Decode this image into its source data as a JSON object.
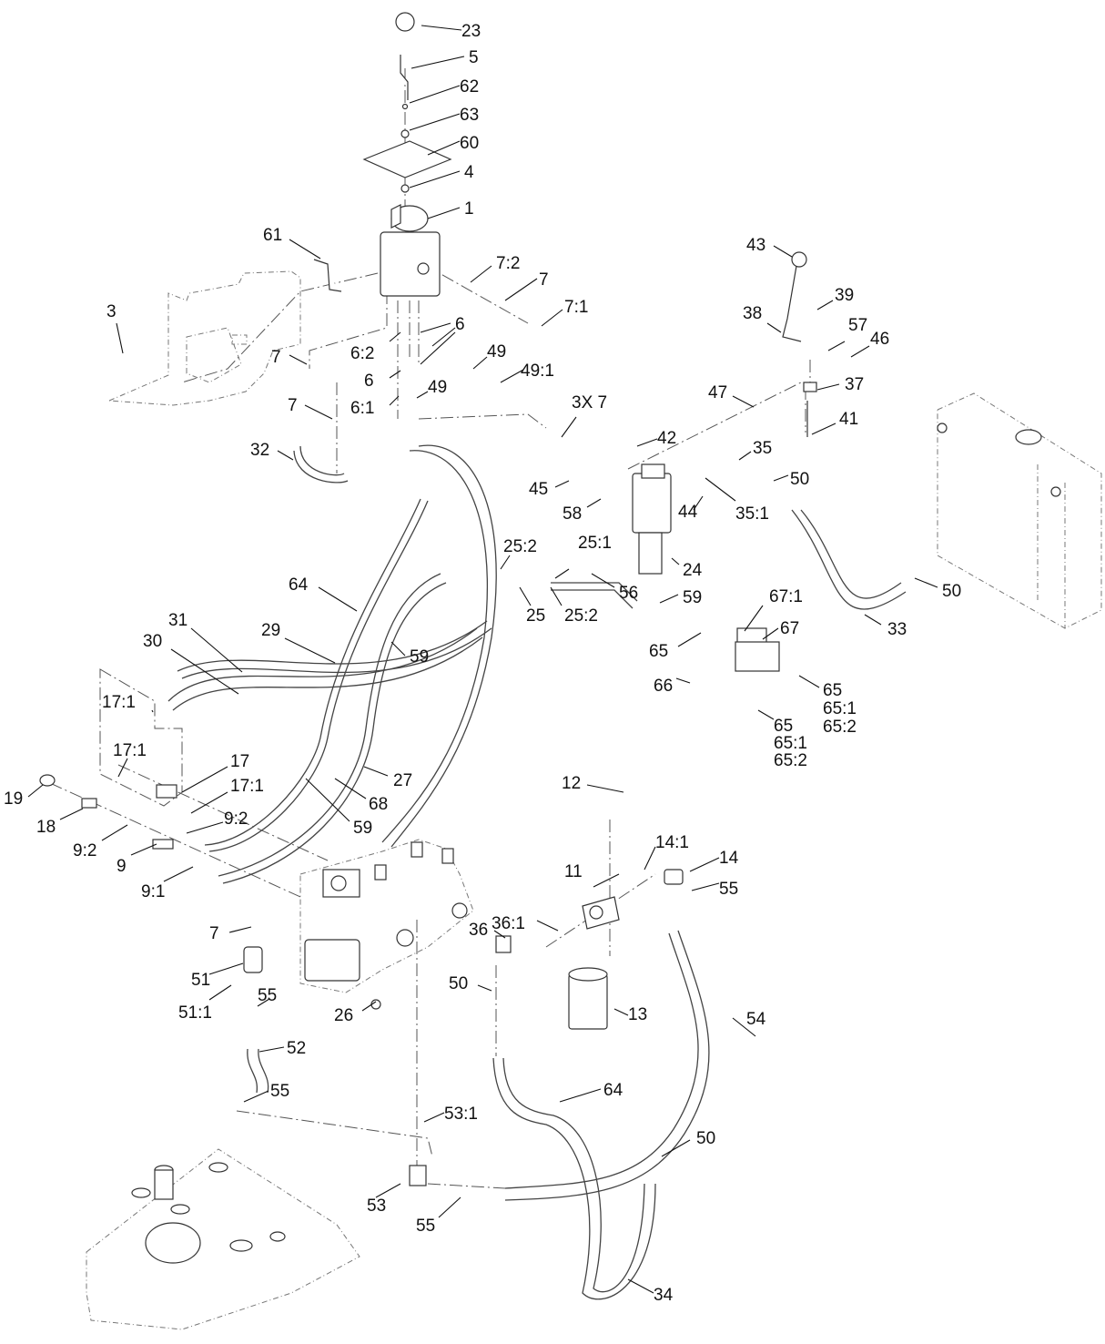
{
  "diagram": {
    "title": "Hydraulic control valve, hoses, filter and fittings — exploded parts view",
    "callouts": [
      {
        "id": "c23",
        "text": "23"
      },
      {
        "id": "c5",
        "text": "5"
      },
      {
        "id": "c62",
        "text": "62"
      },
      {
        "id": "c63",
        "text": "63"
      },
      {
        "id": "c60",
        "text": "60"
      },
      {
        "id": "c4",
        "text": "4"
      },
      {
        "id": "c1",
        "text": "1"
      },
      {
        "id": "c61",
        "text": "61"
      },
      {
        "id": "c3",
        "text": "3"
      },
      {
        "id": "c7_2",
        "text": "7:2"
      },
      {
        "id": "c7a",
        "text": "7"
      },
      {
        "id": "c7_1",
        "text": "7:1"
      },
      {
        "id": "c7b",
        "text": "7"
      },
      {
        "id": "c6_2",
        "text": "6:2"
      },
      {
        "id": "c6a",
        "text": "6"
      },
      {
        "id": "c6b",
        "text": "6"
      },
      {
        "id": "c6_1",
        "text": "6:1"
      },
      {
        "id": "c49a",
        "text": "49"
      },
      {
        "id": "c49_1",
        "text": "49:1"
      },
      {
        "id": "c49b",
        "text": "49"
      },
      {
        "id": "c7c",
        "text": "7"
      },
      {
        "id": "c32",
        "text": "32"
      },
      {
        "id": "c3x7",
        "text": "3X 7"
      },
      {
        "id": "c42",
        "text": "42"
      },
      {
        "id": "c45",
        "text": "45"
      },
      {
        "id": "c58",
        "text": "58"
      },
      {
        "id": "c44",
        "text": "44"
      },
      {
        "id": "c35",
        "text": "35"
      },
      {
        "id": "c35_1",
        "text": "35:1"
      },
      {
        "id": "c50a",
        "text": "50"
      },
      {
        "id": "c43",
        "text": "43"
      },
      {
        "id": "c39",
        "text": "39"
      },
      {
        "id": "c38",
        "text": "38"
      },
      {
        "id": "c57",
        "text": "57"
      },
      {
        "id": "c46",
        "text": "46"
      },
      {
        "id": "c47",
        "text": "47"
      },
      {
        "id": "c37",
        "text": "37"
      },
      {
        "id": "c41",
        "text": "41"
      },
      {
        "id": "c25_2a",
        "text": "25:2"
      },
      {
        "id": "c25_1",
        "text": "25:1"
      },
      {
        "id": "c25",
        "text": "25"
      },
      {
        "id": "c25_2b",
        "text": "25:2"
      },
      {
        "id": "c56",
        "text": "56"
      },
      {
        "id": "c24",
        "text": "24"
      },
      {
        "id": "c59a",
        "text": "59"
      },
      {
        "id": "c50b",
        "text": "50"
      },
      {
        "id": "c33",
        "text": "33"
      },
      {
        "id": "c67_1",
        "text": "67:1"
      },
      {
        "id": "c67",
        "text": "67"
      },
      {
        "id": "c65a",
        "text": "65"
      },
      {
        "id": "c66",
        "text": "66"
      },
      {
        "id": "c65b",
        "text": "65"
      },
      {
        "id": "c65b_1",
        "text": "65:1"
      },
      {
        "id": "c65b_2",
        "text": "65:2"
      },
      {
        "id": "c65c",
        "text": "65"
      },
      {
        "id": "c65c_1",
        "text": "65:1"
      },
      {
        "id": "c65c_2",
        "text": "65:2"
      },
      {
        "id": "c64a",
        "text": "64"
      },
      {
        "id": "c31",
        "text": "31"
      },
      {
        "id": "c30",
        "text": "30"
      },
      {
        "id": "c29",
        "text": "29"
      },
      {
        "id": "c59b",
        "text": "59"
      },
      {
        "id": "c17_1a",
        "text": "17:1"
      },
      {
        "id": "c17_1b",
        "text": "17:1"
      },
      {
        "id": "c17",
        "text": "17"
      },
      {
        "id": "c17_1c",
        "text": "17:1"
      },
      {
        "id": "c27",
        "text": "27"
      },
      {
        "id": "c68",
        "text": "68"
      },
      {
        "id": "c59c",
        "text": "59"
      },
      {
        "id": "c19",
        "text": "19"
      },
      {
        "id": "c18",
        "text": "18"
      },
      {
        "id": "c9_2a",
        "text": "9:2"
      },
      {
        "id": "c9_2b",
        "text": "9:2"
      },
      {
        "id": "c9",
        "text": "9"
      },
      {
        "id": "c9_1",
        "text": "9:1"
      },
      {
        "id": "c12",
        "text": "12"
      },
      {
        "id": "c14_1",
        "text": "14:1"
      },
      {
        "id": "c14",
        "text": "14"
      },
      {
        "id": "c11",
        "text": "11"
      },
      {
        "id": "c55a",
        "text": "55"
      },
      {
        "id": "c36_1",
        "text": "36:1"
      },
      {
        "id": "c36",
        "text": "36"
      },
      {
        "id": "c7d",
        "text": "7"
      },
      {
        "id": "c51",
        "text": "51"
      },
      {
        "id": "c51_1",
        "text": "51:1"
      },
      {
        "id": "c55b",
        "text": "55"
      },
      {
        "id": "c26",
        "text": "26"
      },
      {
        "id": "c50c",
        "text": "50"
      },
      {
        "id": "c13",
        "text": "13"
      },
      {
        "id": "c54",
        "text": "54"
      },
      {
        "id": "c52",
        "text": "52"
      },
      {
        "id": "c55c",
        "text": "55"
      },
      {
        "id": "c64b",
        "text": "64"
      },
      {
        "id": "c53_1",
        "text": "53:1"
      },
      {
        "id": "c50d",
        "text": "50"
      },
      {
        "id": "c53",
        "text": "53"
      },
      {
        "id": "c55d",
        "text": "55"
      },
      {
        "id": "c34",
        "text": "34"
      }
    ]
  }
}
